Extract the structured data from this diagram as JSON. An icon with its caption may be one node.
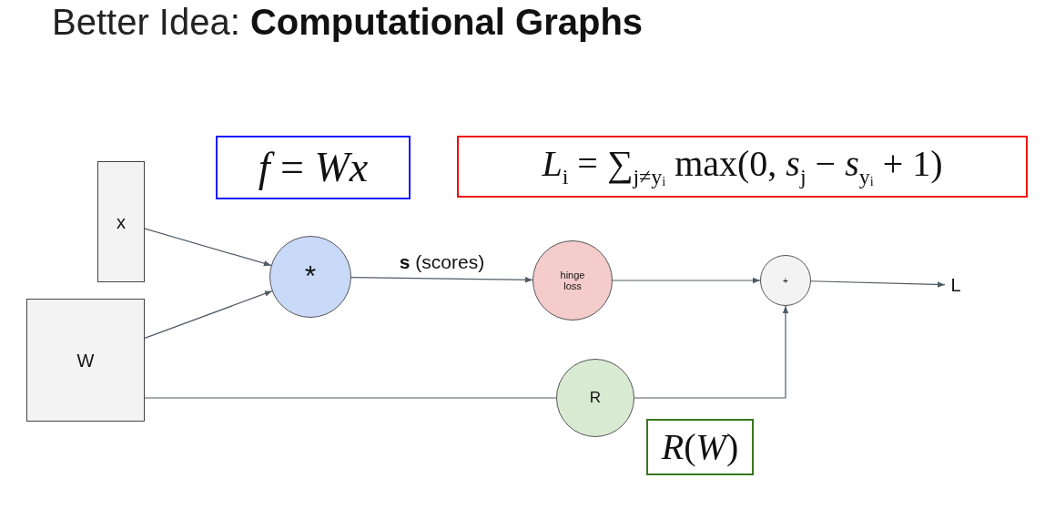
{
  "diagram": {
    "title": "Better Idea: **Computational Graphs**",
    "nodes": [
      {
        "text": [
          "x"
        ]
      },
      {
        "text": [
          "W"
        ]
      },
      {
        "text": [
          "*"
        ]
      },
      {
        "text": [
          "hinge loss"
        ]
      },
      {
        "text": [
          "+"
        ]
      },
      {
        "text": [
          "R"
        ]
      },
      {
        "text": [
          "L"
        ]
      },
      {
        "text": [
          "*f* = *Wx*"
        ]
      },
      {
        "text": [
          "*L*$_{i}$ = ∑$_{j≠yᵢ}$ max(0, *s*$_{j}$ − *s*$_{yᵢ}$ + 1)"
        ]
      },
      {
        "text": [
          "*R*(*W*)"
        ]
      }
    ],
    "edges": [
      {
        "from": 0,
        "to": 2,
        "arrow": "to"
      },
      {
        "from": 1,
        "to": 2,
        "arrow": "to"
      },
      {
        "from": 2,
        "to": 3,
        "arrow": "to",
        "label": "**s** (scores)"
      },
      {
        "from": 3,
        "to": 4,
        "arrow": "to"
      },
      {
        "from": 4,
        "to": 6,
        "arrow": "to"
      },
      {
        "from": 1,
        "to": 5,
        "arrow": "none"
      },
      {
        "from": 5,
        "to": 4,
        "arrow": "to"
      }
    ]
  }
}
